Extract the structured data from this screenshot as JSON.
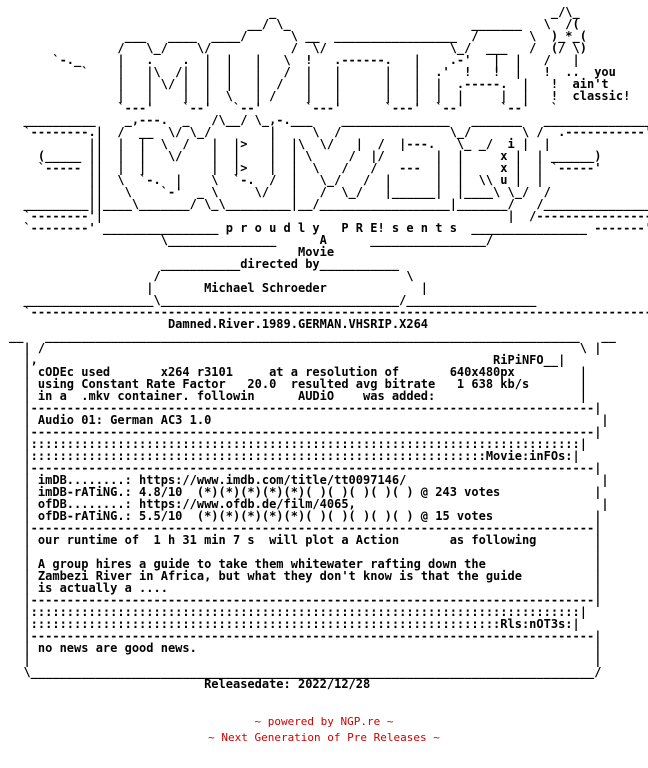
{
  "nfo": {
    "art": "                                    _                                      _/\\_\n                                 __/ \\_                         _______   \\  /(\n                ___   ____  ____/      \\ __  _________________  /       \\  )_*_(\n               /   \\_/    \\/           /  \\/                 \\_/  ___   /  (/ \\)\n      `-._     |   .    .  |  |   |   \\  !   .------.   |    .-'   |  |   /   |\n          `    |   |\\  /|  |  |   |   /  |   |      |   |  .'  !   !  |   !  ..  you\n               |   | \\/ |  |  |   |  /   |   |      |   |  |  .-----.  |   !  ain't\n               |   |    |  |  \\   | /    |   |      |   |  |  |     |  |   !  classic!\n               `---'    `--'   `--'      `---'      `---'  `--'     `--'   `\n  __________    _,---.  _   /\\__/ \\_,-.___    _______________   _______   _______________\n  `--------.|  /  __  \\/ \\_/        |     \\  /               \\_/       \\ /  .-----------'\n           ||  |  |  \\  /   |  |>   |  |\\  \\/   |  /  |---.   \\_ _/  i |  |\n    (_____ ||  |  |   \\/    |  |    |  | \\     /  |/       |  |     x |  | ______)\n    `----- ||  |  |         |  |>   |  |  \\   /   /   ---  |  |     x |  | `-----'\n           ||  \\  `-.  |    \\  `-.  /  |   \\_/   /  |      |  |  \\\\ u |  |\n           ||   \\    `-'  _ \\     \\/   |   /  \\_/   |______|  |____\\ \\_/  /\n  _________||____\\_______/ \\_\\_________|__/__________________|_______/   /________________\n  `--------'|                                                        |  /-----------------'\n",
    "proudly_line": "  `--------' ________________ p r o u d l y   P R E! s e n t s  ________________ -------'",
    "a_line": "                     \\_______________      A      ________________/",
    "movie_line": "                                        Movie",
    "directed_line": "                     ___________directed by___________",
    "box_top": "                    /                                  \\",
    "director_line": "                   |       Michael Schroeder             |",
    "box_bottom": "  __________________\\_________________________________/__________________\n  `--------------------------------------------------------------------------------------'",
    "release_line": "                      Damned.River.1989.GERMAN.VHSRIP.X264",
    "hr_top": "__   __________________________________________________________________________   __\n  | /                                                                          \\ |\n  |,                                                               RiPiNFO__|",
    "codec_line": "  | cODEc used       x264 r3101     at a resolution of       640x480px         |",
    "rate_line": "  | using Constant Rate Factor   20.0  resulted avg bitrate   1 638 kb/s       |",
    "container_line": "  | in a  .mkv container. followin      AUDiO    was added:                    |",
    "sep1": "  |------------------------------------------------------------------------------|",
    "audio_line": "  | Audio 01: German AC3 1.0                                                      |",
    "dots1": "  |------------------------------------------------------------------------------|\n  |::::::::::::::::::::::::::::::::::::::::::::::::::::::::::::::::::::::::::::|\n  |:::::::::::::::::::::::::::::::::::::::::::::::::::::::::::::::Movie:inFOs:|\n  |------------------------------------------------------------------------------|",
    "imdb_line": "  | imDB........: https://www.imdb.com/title/tt0097146/                           |",
    "imdb_rating": "  | imDB-rATiNG.: 4.8/10  (*)(*)(*)(*)(*)( )( )( )( )( ) @ 243 votes             |",
    "ofdb_line": "  | ofDB........: https://www.ofdb.de/film/4065,                                  |",
    "ofdb_rating": "  | ofDB-rATiNG.: 5.5/10  (*)(*)(*)(*)(*)( )( )( )( )( ) @ 15 votes              |",
    "sep2": "  |------------------------------------------------------------------------------|",
    "runtime_line": "  | our runtime of  1 h 31 min 7 s  will plot a Action       as following        |",
    "blank1": "  |                                                                              |",
    "plot_1": "  | A group hires a guide to take them whitewater rafting down the               |",
    "plot_2": "  | Zambezi River in Africa, but what they don't know is that the guide          |",
    "plot_3": "  | is actually a ....                                                           |",
    "dots2": "  |------------------------------------------------------------------------------|\n  |::::::::::::::::::::::::::::::::::::::::::::::::::::::::::::::::::::::::::::|\n  |:::::::::::::::::::::::::::::::::::::::::::::::::::::::::::::::::Rls:nOT3s:|\n  |------------------------------------------------------------------------------|",
    "news_line": "  | no news are good news.                                                       |",
    "box_end": "  |                                                                              |\n  \\______________________________________________________________________________/",
    "releasedate_line": "                           Releasedate: 2022/12/28"
  },
  "footer": {
    "line1": "~ powered by NGP.re ~",
    "line2": "~ Next Generation of Pre Releases ~",
    "color": "#cc0000"
  }
}
